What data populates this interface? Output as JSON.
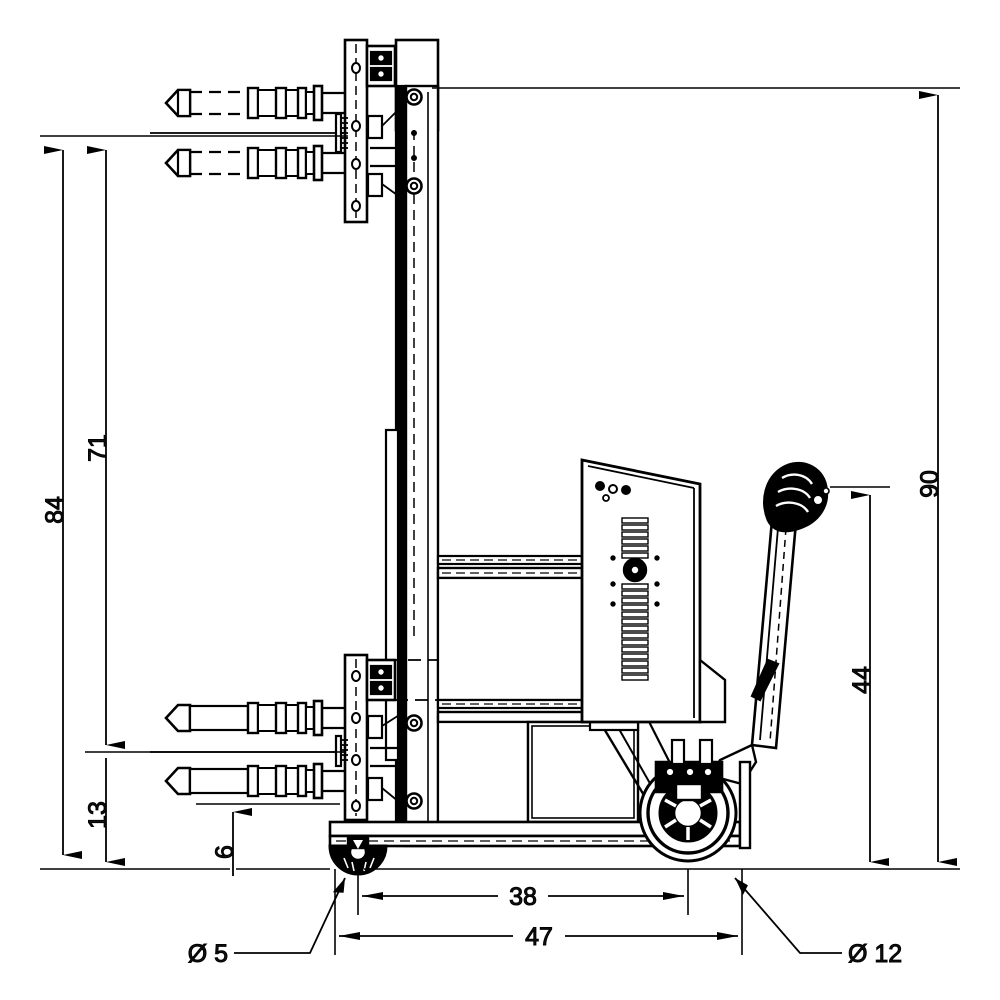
{
  "drawing": {
    "title": "Walkie Straddle Stacker Side Elevation Dimensional Drawing",
    "units_note": "",
    "background_color": "#ffffff",
    "line_color": "#000000",
    "text_color": "#111111"
  },
  "dimensions": {
    "overall_height": {
      "label": "90",
      "orientation": "vertical",
      "side": "right",
      "value": 90
    },
    "mast_lowered_height": {
      "label": "84",
      "orientation": "vertical",
      "side": "left",
      "value": 84
    },
    "max_fork_lift_height": {
      "label": "71",
      "orientation": "vertical",
      "side": "left",
      "value": 71
    },
    "fork_lowered_height": {
      "label": "13",
      "orientation": "vertical",
      "side": "left",
      "value": 13
    },
    "fork_ground_clearance": {
      "label": "6",
      "orientation": "vertical",
      "side": "left",
      "value": 6
    },
    "handle_height": {
      "label": "44",
      "orientation": "vertical",
      "side": "right",
      "value": 44
    },
    "wheelbase": {
      "label": "38",
      "orientation": "horizontal",
      "side": "bottom",
      "value": 38
    },
    "overall_length": {
      "label": "47",
      "orientation": "horizontal",
      "side": "bottom",
      "value": 47
    },
    "front_caster_diameter": {
      "label": "Ø 5",
      "orientation": "leader",
      "side": "bottom-left",
      "value": 5
    },
    "drive_wheel_diameter": {
      "label": "Ø 12",
      "orientation": "leader",
      "side": "bottom-right",
      "value": 12
    }
  },
  "components": [
    {
      "name": "upper-fork-pair",
      "description": "Raised fork tines shown in phantom at top lift position"
    },
    {
      "name": "lower-fork-pair",
      "description": "Lowered fork tines at rest position"
    },
    {
      "name": "mast-column",
      "description": "Vertical telescoping mast channel"
    },
    {
      "name": "upper-carriage",
      "description": "Upper fork carriage plate assembly"
    },
    {
      "name": "lower-carriage",
      "description": "Lower fork carriage plate assembly"
    },
    {
      "name": "power-unit-housing",
      "description": "Control / battery housing with vent louvers"
    },
    {
      "name": "straddle-leg-frame",
      "description": "Straddle leg chassis frame rails"
    },
    {
      "name": "drive-wheel",
      "description": "Rear drive wheel, 12 inch diameter"
    },
    {
      "name": "front-caster",
      "description": "Front load caster, 5 inch diameter"
    },
    {
      "name": "tiller-handle",
      "description": "Angled tiller control handle"
    }
  ]
}
